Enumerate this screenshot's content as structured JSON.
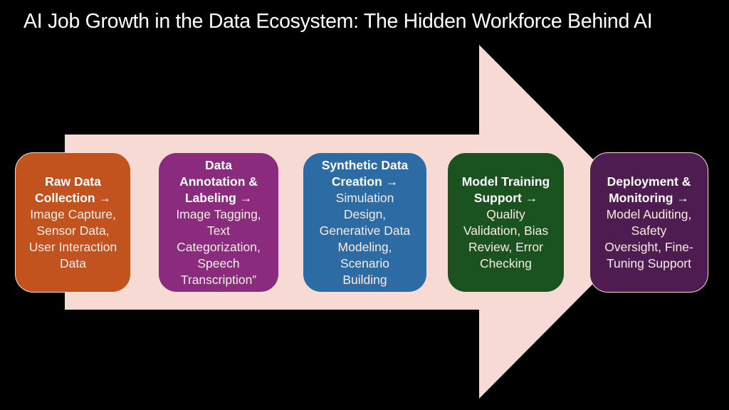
{
  "title": "AI Job Growth in the Data Ecosystem: The Hidden Workforce Behind AI",
  "colors": {
    "background": "#000000",
    "title_text": "#FFFFFF",
    "arrow_fill": "#F7DAD3",
    "card_border": "#F4DFD6"
  },
  "diagram": {
    "type": "process-arrow",
    "direction": "left-to-right",
    "stages": [
      {
        "id": "raw-data-collection",
        "color": "#C2531F",
        "header_lines": [
          "Raw Data",
          "Collection →"
        ],
        "body_lines": [
          "Image Capture,",
          "Sensor Data,",
          "User Interaction",
          "Data"
        ]
      },
      {
        "id": "data-annotation-labeling",
        "color": "#8A2B7D",
        "header_lines": [
          "Data",
          "Annotation &",
          "Labeling →"
        ],
        "body_lines": [
          "Image Tagging,",
          "Text",
          "Categorization,",
          "Speech",
          "Transcription”"
        ]
      },
      {
        "id": "synthetic-data-creation",
        "color": "#2D6BA5",
        "header_lines": [
          "Synthetic Data",
          "Creation →"
        ],
        "body_lines": [
          "Simulation",
          "Design,",
          "Generative Data",
          "Modeling,",
          "Scenario",
          "Building"
        ]
      },
      {
        "id": "model-training-support",
        "color": "#1B5320",
        "header_lines": [
          "Model Training",
          "Support →"
        ],
        "body_lines": [
          "Quality",
          "Validation, Bias",
          "Review, Error",
          "Checking"
        ]
      },
      {
        "id": "deployment-monitoring",
        "color": "#4F1C52",
        "header_lines": [
          "Deployment &",
          "Monitoring →"
        ],
        "body_lines": [
          "Model Auditing,",
          "Safety",
          "Oversight, Fine-",
          "Tuning Support"
        ]
      }
    ]
  }
}
